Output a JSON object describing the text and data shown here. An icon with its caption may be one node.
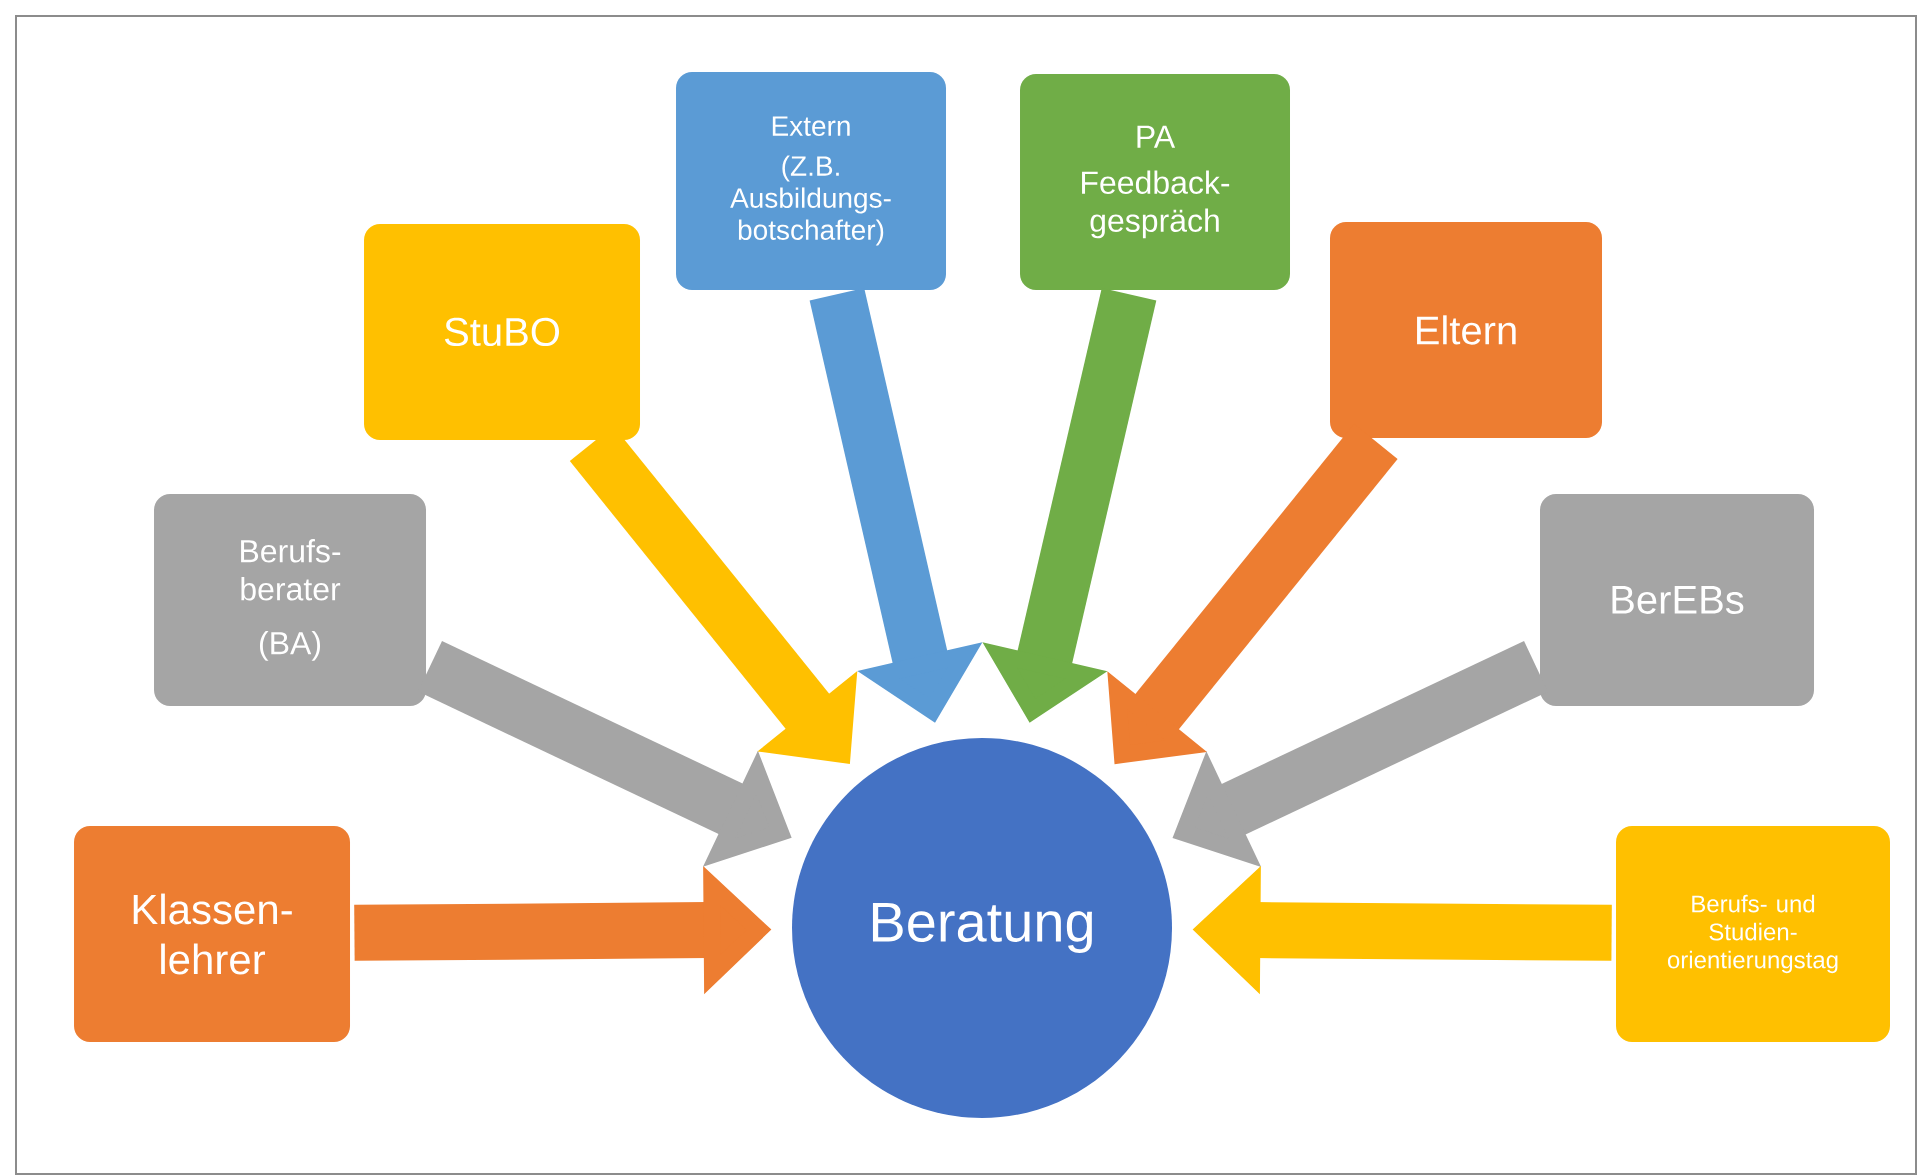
{
  "diagram": {
    "nodes": [
      {
        "text": [
          "Klassen- lehrer"
        ]
      },
      {
        "text": [
          "Berufs- berater",
          "(BA)"
        ]
      },
      {
        "text": [
          "StuBO"
        ]
      },
      {
        "text": [
          "Extern",
          "(Z.B. Ausbildungs- botschafter)"
        ]
      },
      {
        "text": [
          "PA",
          "Feedback- gespräch"
        ]
      },
      {
        "text": [
          "Eltern"
        ]
      },
      {
        "text": [
          "BerEBs"
        ]
      },
      {
        "text": [
          "Berufs- und Studien- orientierungstag"
        ]
      },
      {
        "text": [
          "Beratung"
        ]
      }
    ],
    "edges": [
      {
        "from": 0,
        "to": 8,
        "arrow": "to",
        "color": "#ed7d31"
      },
      {
        "from": 1,
        "to": 8,
        "arrow": "to",
        "color": "#a5a5a5"
      },
      {
        "from": 2,
        "to": 8,
        "arrow": "to",
        "color": "#ffc000"
      },
      {
        "from": 3,
        "to": 8,
        "arrow": "to",
        "color": "#5b9bd5"
      },
      {
        "from": 4,
        "to": 8,
        "arrow": "to",
        "color": "#70ad47"
      },
      {
        "from": 5,
        "to": 8,
        "arrow": "to",
        "color": "#ed7d31"
      },
      {
        "from": 6,
        "to": 8,
        "arrow": "to",
        "color": "#a5a5a5"
      },
      {
        "from": 7,
        "to": 8,
        "arrow": "to",
        "color": "#ffc000"
      }
    ]
  }
}
